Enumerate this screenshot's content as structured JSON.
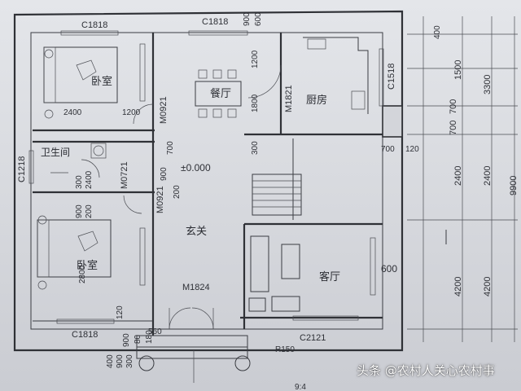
{
  "rooms": {
    "bedroom_upper": "卧室",
    "dining": "餐厅",
    "kitchen": "厨房",
    "bathroom": "卫生间",
    "entry": "玄关",
    "bedroom_lower": "卧室",
    "living": "客厅"
  },
  "openings": {
    "c1818_top_left": "C1818",
    "c1818_top_mid": "C1818",
    "c1518": "C1518",
    "m0921": "M0921",
    "m1821": "M1821",
    "m0721": "M0721",
    "m0921_lower": "M0921",
    "m1824": "M1824",
    "c1218": "C1218",
    "c1818_bottom": "C1818",
    "c2121": "C2121"
  },
  "level": "±0.000",
  "step_radius": "R150",
  "dims": {
    "d2400": "2400",
    "d1200_a": "1200",
    "d1200_b": "1200",
    "d1800": "1800",
    "d900_top": "900",
    "d600_top": "600",
    "d600_right": "600",
    "d700_right": "700",
    "d120_right": "120",
    "d300_a": "300",
    "d700_mid": "700",
    "d900_mid": "900",
    "d200": "200",
    "d300_bath": "300",
    "d2400_bath": "2400",
    "d900_bed": "900",
    "d200_bed": "200",
    "d2800": "2800",
    "d120_bot": "120",
    "d900_bot": "900",
    "d80": "80",
    "d180": "180",
    "d560": "560",
    "d400_bot": "400",
    "d900_bot2": "900",
    "d300_bot": "300",
    "r400": "400",
    "r1500": "1500",
    "r700": "700",
    "r700b": "700",
    "r3300": "3300",
    "r2400": "2400",
    "r2400b": "2400",
    "r9900": "9900",
    "r4200": "4200",
    "r4200b": "4200",
    "r_partial": "9:4"
  },
  "watermark": "头条 @农村人关心农村事"
}
